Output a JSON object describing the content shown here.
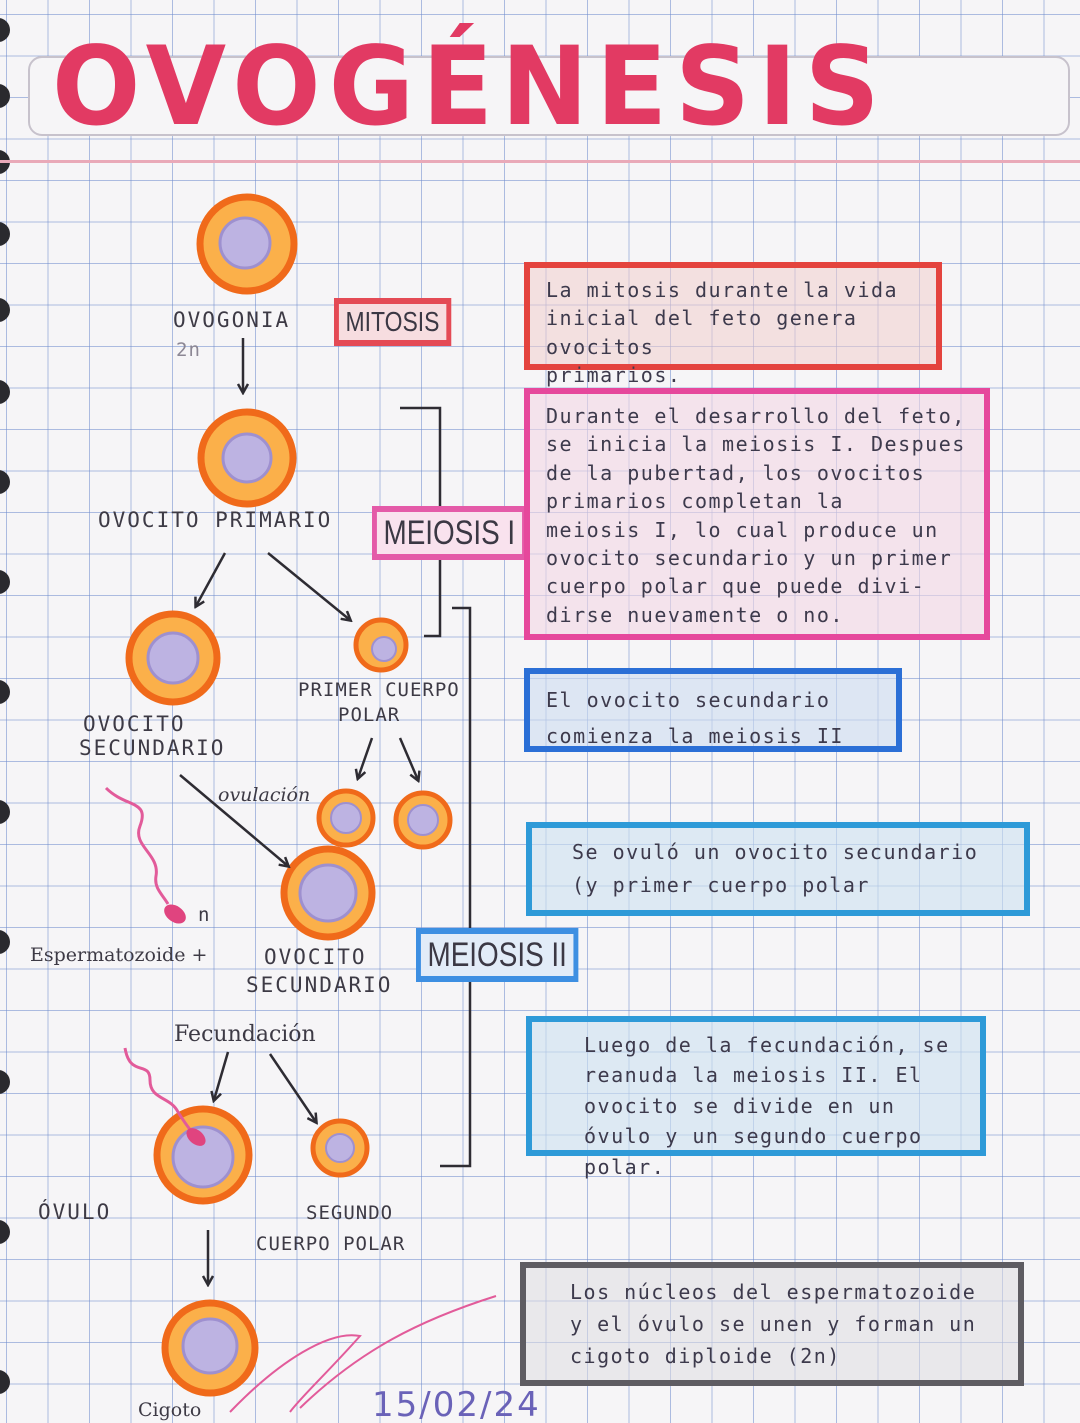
{
  "title": "OVOGÉNESIS",
  "colors": {
    "title": "#e23a63",
    "mitosis": "#e44a55",
    "meiosis1": "#e45aa8",
    "meiosis2": "#3d8fe2",
    "cell_outer": "#f07c1c",
    "cell_nucleus": "#b9b0de"
  },
  "labels": {
    "ovogonia": "OVOGONIA",
    "ploidy_2n": "2n",
    "ovocito_primario": "OVOCITO PRIMARIO",
    "ovocito_secundario_1": "OVOCITO",
    "ovocito_secundario_2": "SECUNDARIO",
    "primer_cuerpo_polar_1": "PRIMER CUERPO",
    "primer_cuerpo_polar_2": "POLAR",
    "ovulacion": "ovulación",
    "n": "n",
    "espermatozoide": "Espermatozoide +",
    "ovocito_sec_b1": "OVOCITO",
    "ovocito_sec_b2": "SECUNDARIO",
    "fecundacion": "Fecundación",
    "ovulo": "ÓVULO",
    "segundo_cuerpo_polar_1": "SEGUNDO",
    "segundo_cuerpo_polar_2": "CUERPO POLAR",
    "cigoto": "Cigoto",
    "date": "15/02/24"
  },
  "tags": {
    "mitosis": "MITOSIS",
    "meiosis1": "MEIOSIS I",
    "meiosis2": "MEIOSIS II"
  },
  "notes": {
    "mitosis": [
      "La mitosis durante la vida",
      "inicial del feto genera ovocitos",
      "primarios."
    ],
    "meiosis1": [
      "Durante el desarrollo del feto,",
      "se inicia la meiosis I. Despues",
      "de la pubertad, los ovocitos",
      "primarios completan la",
      "meiosis I, lo cual produce un",
      "ovocito secundario y un primer",
      "cuerpo polar que puede divi-",
      "dirse nuevamente o no."
    ],
    "secundario": [
      "El ovocito secundario",
      "comienza la meiosis II"
    ],
    "ovulacion": [
      "Se ovuló un ovocito secundario",
      "(y primer cuerpo polar"
    ],
    "fecundacion": [
      "Luego de la fecundación, se",
      "reanuda la meiosis II. El",
      "ovocito se divide en un",
      "óvulo y un segundo cuerpo polar."
    ],
    "cigoto": [
      "Los núcleos del espermatozoide",
      "y el óvulo se unen y forman un",
      "cigoto diploide (2n)"
    ]
  }
}
